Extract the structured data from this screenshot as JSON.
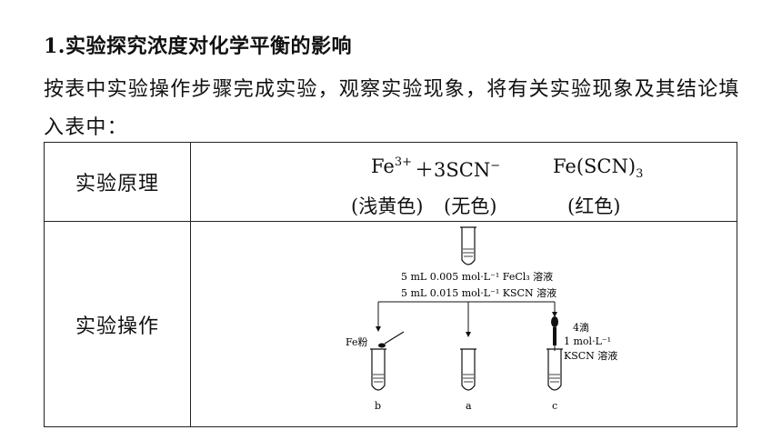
{
  "heading": "1.实验探究浓度对化学平衡的影响",
  "paragraph": "按表中实验操作步骤完成实验，观察实验现象，将有关实验现象及其结论填入表中：",
  "table": {
    "row1_label": "实验原理",
    "row2_label": "实验操作",
    "equation": {
      "fe_base": "Fe",
      "fe_charge": "3+",
      "plus_3scn": "＋3SCN",
      "scn_charge": "−",
      "product_base": "Fe(SCN)",
      "product_sub": "3",
      "color_fe": "(浅黄色)",
      "color_scn": "(无色)",
      "color_product": "(红色)"
    },
    "diagram": {
      "reagent_line1": "5 mL 0.005 mol·L⁻¹ FeCl₃ 溶液",
      "reagent_line2": "5 mL 0.015 mol·L⁻¹ KSCN 溶液",
      "fe_powder_label": "Fe粉",
      "drops_label": "4滴",
      "conc_label": "1 mol·L⁻¹",
      "kscn_label": "KSCN 溶液",
      "tube_b": "b",
      "tube_a": "a",
      "tube_c": "c"
    }
  }
}
